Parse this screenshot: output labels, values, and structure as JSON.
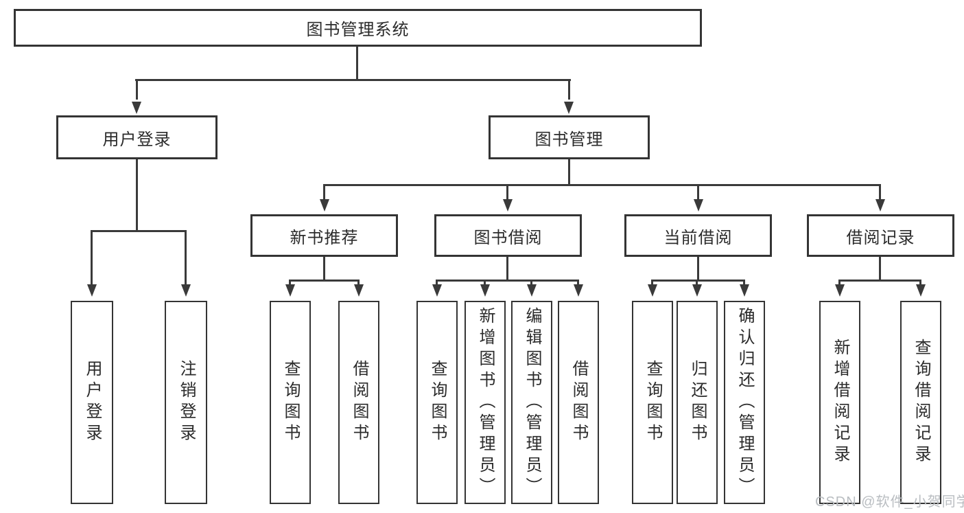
{
  "tree": {
    "label": "图书管理系统",
    "children": [
      {
        "label": "用户登录",
        "children": [
          {
            "label": "用户登录"
          },
          {
            "label": "注销登录"
          }
        ]
      },
      {
        "label": "图书管理",
        "children": [
          {
            "label": "新书推荐",
            "children": [
              {
                "label": "查询图书"
              },
              {
                "label": "借阅图书"
              }
            ]
          },
          {
            "label": "图书借阅",
            "children": [
              {
                "label": "查询图书"
              },
              {
                "label": "新增图书（管理员）"
              },
              {
                "label": "编辑图书（管理员）"
              },
              {
                "label": "借阅图书"
              }
            ]
          },
          {
            "label": "当前借阅",
            "children": [
              {
                "label": "查询图书"
              },
              {
                "label": "归还图书"
              },
              {
                "label": "确认归还（管理员）"
              }
            ]
          },
          {
            "label": "借阅记录",
            "children": [
              {
                "label": "新增借阅记录"
              },
              {
                "label": "查询借阅记录"
              }
            ]
          }
        ]
      }
    ]
  },
  "watermark": {
    "text": "CSDN @软件_小贺同学"
  },
  "colors": {
    "line": "#3a3a3a",
    "box_border": "#343434",
    "text": "#2b2b2b",
    "watermark": "#b9bdc1",
    "background": "#ffffff"
  }
}
